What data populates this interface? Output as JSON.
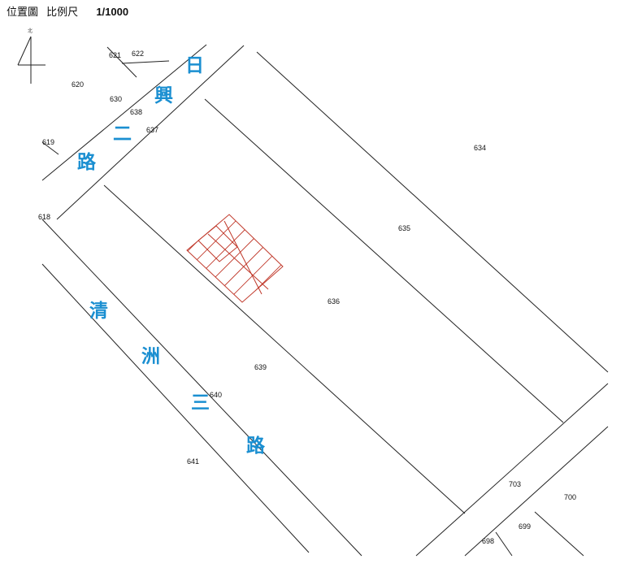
{
  "header": {
    "title": "位置圖",
    "scale_label": "比例尺",
    "scale_value": "1/1000"
  },
  "north_arrow": {
    "label": "北",
    "icon": "north-arrow-icon"
  },
  "roads": {
    "rixing": [
      "日",
      "興",
      "二",
      "路"
    ],
    "qingzhou": [
      "清",
      "洲",
      "三",
      "路"
    ]
  },
  "lots": {
    "l621": "621",
    "l622": "622",
    "l620": "620",
    "l630": "630",
    "l638": "638",
    "l637": "637",
    "l619": "619",
    "l634": "634",
    "l618": "618",
    "l635": "635",
    "l636": "636",
    "l639": "639",
    "l640": "640",
    "l641": "641",
    "l703": "703",
    "l700": "700",
    "l699": "699",
    "l698": "698"
  },
  "colors": {
    "road_label": "#1b8fd1",
    "building_outline": "#c0392b",
    "parcel_line": "#222222"
  }
}
